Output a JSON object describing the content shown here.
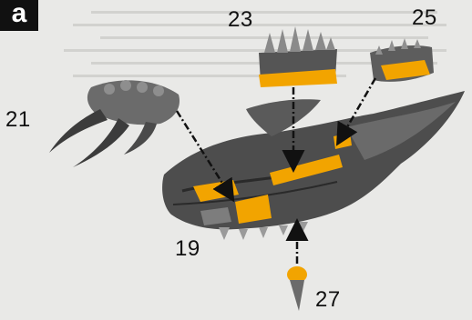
{
  "panel": {
    "letter": "a"
  },
  "callouts": {
    "label_19": "19",
    "label_21": "21",
    "label_23": "23",
    "label_25": "25",
    "label_27": "27"
  },
  "colors": {
    "bone": "#4d4d4d",
    "bone_light": "#8a8a8a",
    "highlight": "#f2a400",
    "arrow": "#111111",
    "paper": "#e9e9e7"
  }
}
